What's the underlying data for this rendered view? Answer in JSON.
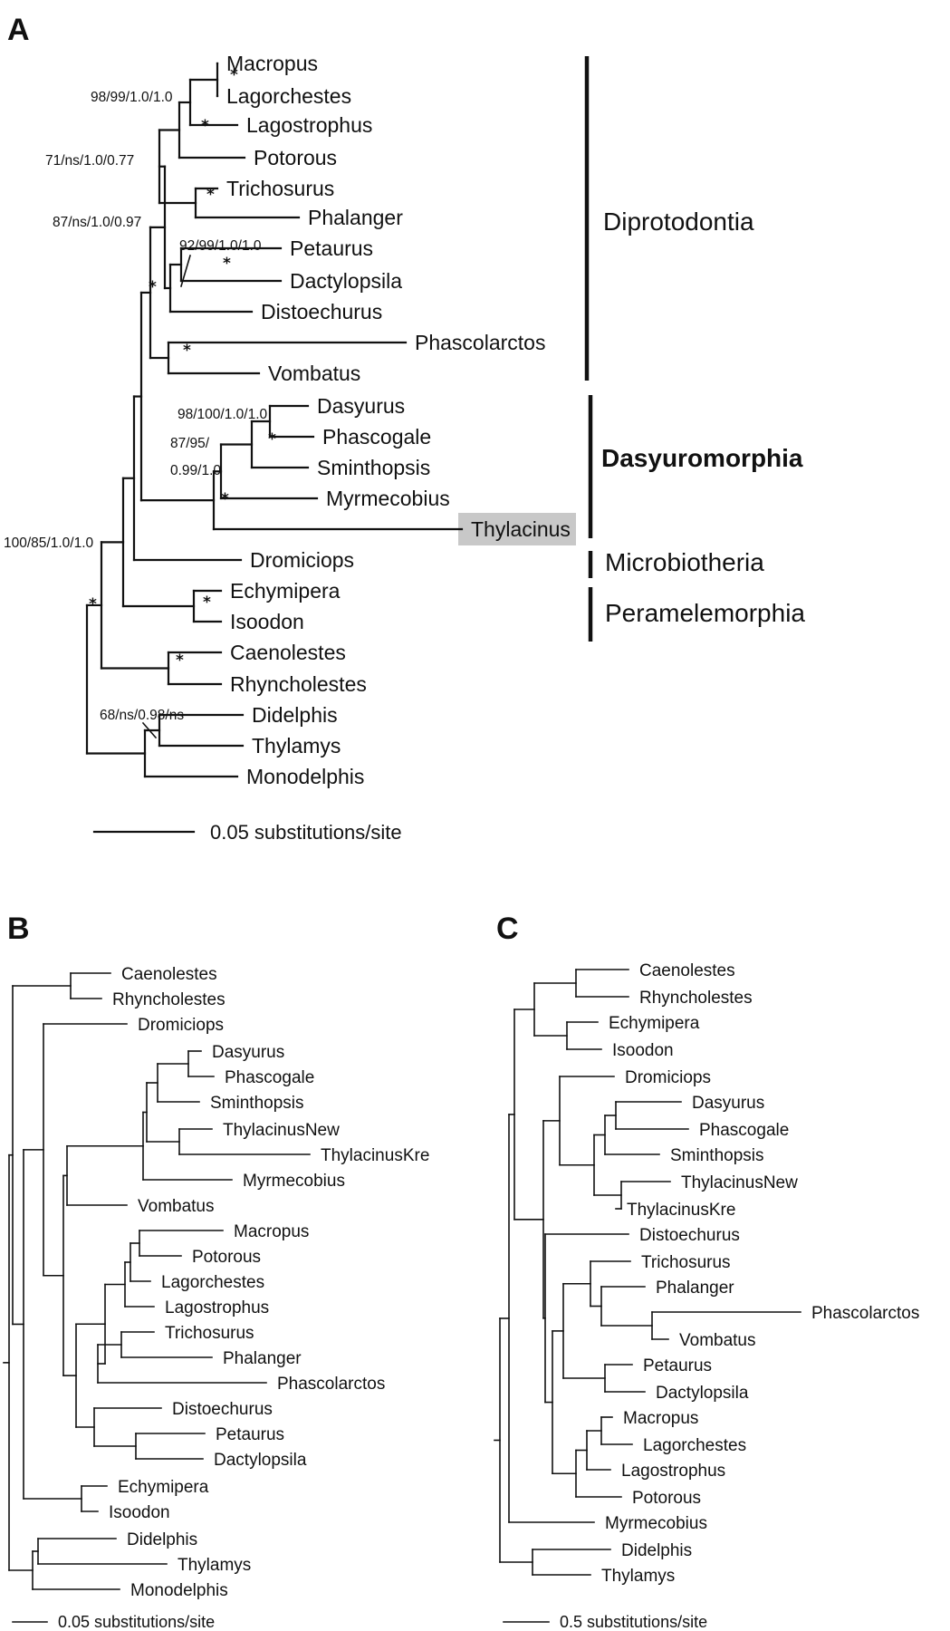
{
  "panel_a": {
    "label": "A",
    "taxa": [
      "Macropus",
      "Lagorchestes",
      "Lagostrophus",
      "Potorous",
      "Trichosurus",
      "Phalanger",
      "Petaurus",
      "Dactylopsila",
      "Distoechurus",
      "Phascolarctos",
      "Vombatus",
      "Dasyurus",
      "Phascogale",
      "Sminthopsis",
      "Myrmecobius",
      "Thylacinus",
      "Dromiciops",
      "Echymipera",
      "Isoodon",
      "Caenolestes",
      "Rhyncholestes",
      "Didelphis",
      "Thylamys",
      "Monodelphis"
    ],
    "support": [
      "98/99/1.0/1.0",
      "71/ns/1.0/0.77",
      "87/ns/1.0/0.97",
      "92/99/1.0/1.0",
      "98/100/1.0/1.0",
      "87/95/",
      "0.99/1.0",
      "100/85/1.0/1.0",
      "68/ns/0.98/ns"
    ],
    "star": "*",
    "clades": [
      "Diprotodontia",
      "Dasyuromorphia",
      "Microbiotheria",
      "Peramelemorphia"
    ],
    "scale_label": "0.05 substitutions/site",
    "highlight_color": "#c8c8c8"
  },
  "panel_b": {
    "label": "B",
    "taxa": [
      "Caenolestes",
      "Rhyncholestes",
      "Dromiciops",
      "Dasyurus",
      "Phascogale",
      "Sminthopsis",
      "ThylacinusNew",
      "ThylacinusKre",
      "Myrmecobius",
      "Vombatus",
      "Macropus",
      "Potorous",
      "Lagorchestes",
      "Lagostrophus",
      "Trichosurus",
      "Phalanger",
      "Phascolarctos",
      "Distoechurus",
      "Petaurus",
      "Dactylopsila",
      "Echymipera",
      "Isoodon",
      "Didelphis",
      "Thylamys",
      "Monodelphis"
    ],
    "scale_label": "0.05 substitutions/site"
  },
  "panel_c": {
    "label": "C",
    "taxa": [
      "Caenolestes",
      "Rhyncholestes",
      "Echymipera",
      "Isoodon",
      "Dromiciops",
      "Dasyurus",
      "Phascogale",
      "Sminthopsis",
      "ThylacinusNew",
      "ThylacinusKre",
      "Distoechurus",
      "Trichosurus",
      "Phalanger",
      "Phascolarctos",
      "Vombatus",
      "Petaurus",
      "Dactylopsila",
      "Macropus",
      "Lagorchestes",
      "Lagostrophus",
      "Potorous",
      "Myrmecobius",
      "Didelphis",
      "Thylamys"
    ],
    "scale_label": "0.5 substitutions/site"
  }
}
